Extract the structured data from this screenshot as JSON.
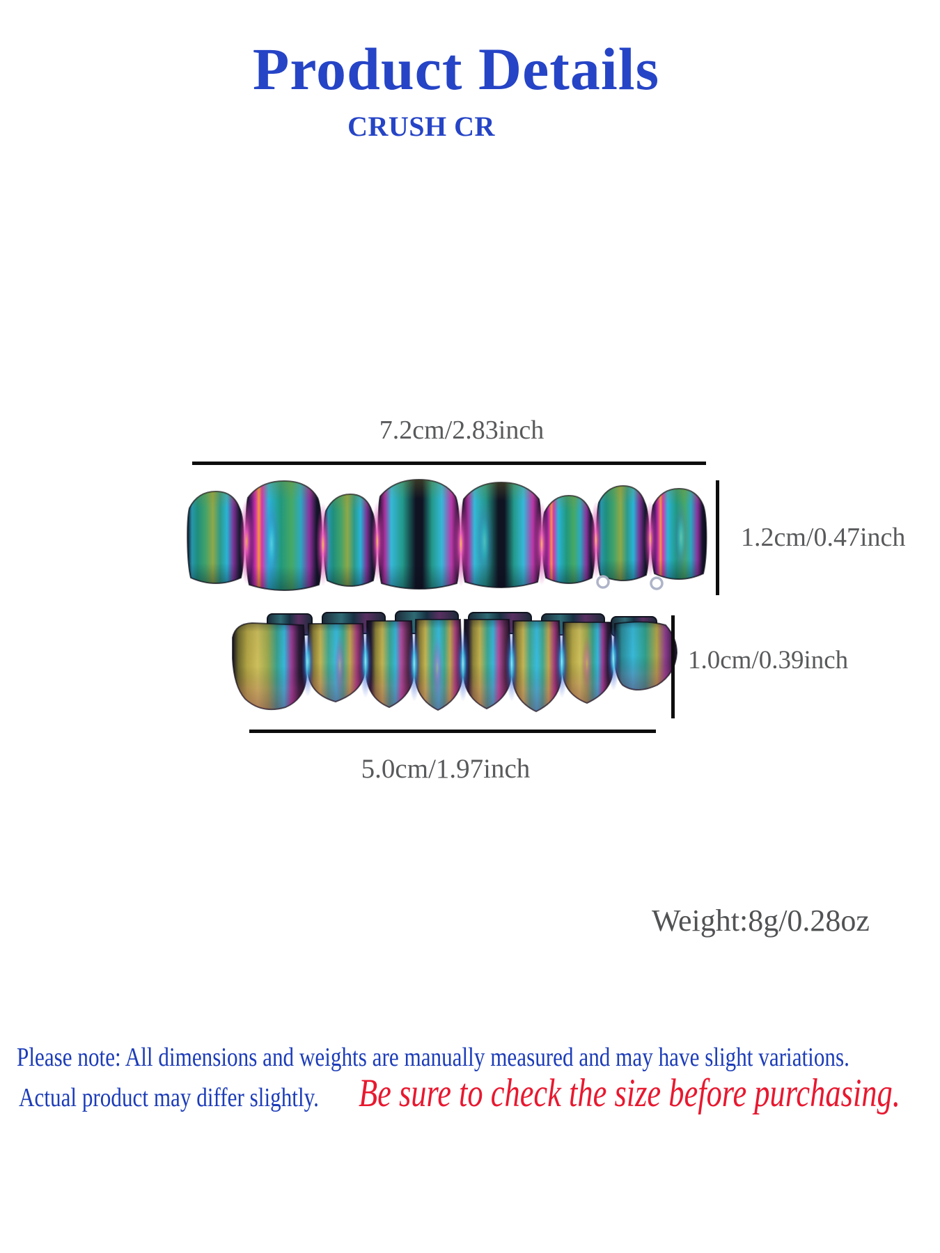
{
  "header": {
    "title": "Product Details",
    "subtitle": "CRUSH CR"
  },
  "measurements": {
    "top_width": "7.2cm/2.83inch",
    "top_height": "1.2cm/0.47inch",
    "bottom_height": "1.0cm/0.39inch",
    "bottom_width": "5.0cm/1.97inch",
    "weight": "Weight:8g/0.28oz"
  },
  "product": {
    "items": [
      {
        "name": "top teeth grill",
        "teeth_count": 8,
        "finish": "rainbow iridescent"
      },
      {
        "name": "bottom teeth grill",
        "teeth_count": 8,
        "finish": "rainbow iridescent"
      }
    ]
  },
  "note": {
    "line1": "Please note: All dimensions and weights are manually measured and may have slight variations.",
    "line2_blue": "Actual product may differ slightly.",
    "line2_red": "Be sure to check the size before purchasing."
  },
  "colors": {
    "heading_blue": "#2544c6",
    "note_blue": "#1c3cb8",
    "warning_red": "#e8182f",
    "dimension_gray": "#58595b",
    "measure_line_black": "#0d0d0d"
  }
}
